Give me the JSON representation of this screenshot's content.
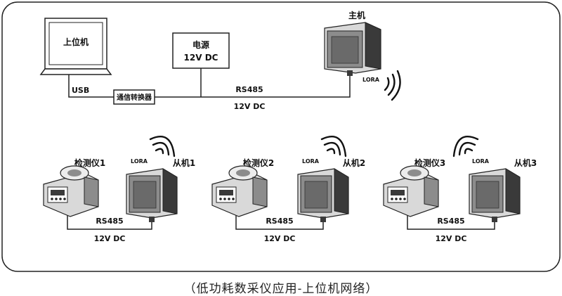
{
  "colors": {
    "line": "#222222",
    "device_dark": "#3a3a3a",
    "device_mid": "#8c8c8c",
    "device_light": "#d9d9d9"
  },
  "top": {
    "pc_label": "上位机",
    "usb_label": "USB",
    "converter_label": "通信转换器",
    "psu_line1": "电源",
    "psu_line2": "12V DC",
    "bus_label": "RS485",
    "bus_power": "12V DC",
    "master_label": "主机",
    "master_radio": "LORA"
  },
  "groups": [
    {
      "detector": "检测仪1",
      "slave": "从机1",
      "radio": "LORA",
      "bus": "RS485",
      "power": "12V DC"
    },
    {
      "detector": "检测仪2",
      "slave": "从机2",
      "radio": "LORA",
      "bus": "RS485",
      "power": "12V DC"
    },
    {
      "detector": "检测仪3",
      "slave": "从机3",
      "radio": "LORA",
      "bus": "RS485",
      "power": "12V DC"
    }
  ],
  "caption": "（低功耗数采仪应用-上位机网络）"
}
